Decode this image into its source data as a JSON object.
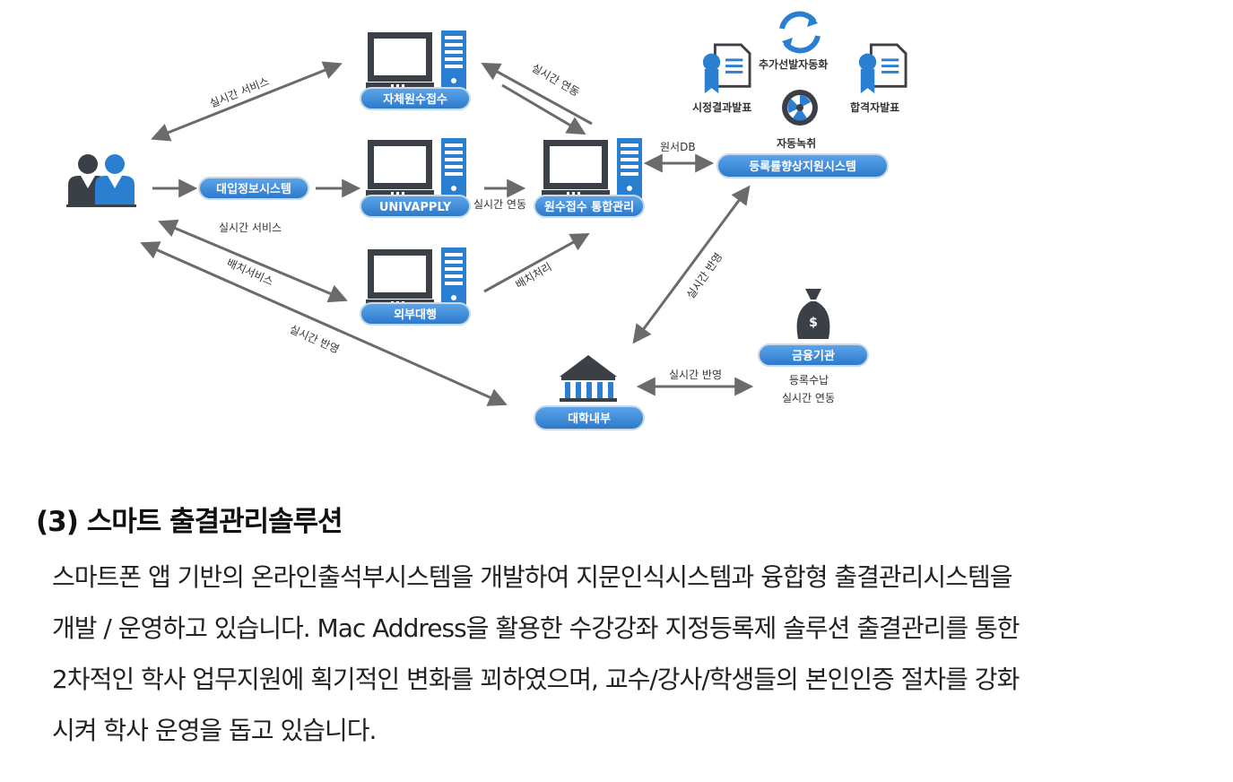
{
  "diagram": {
    "nodes": {
      "self_app": "자체원수접수",
      "univapply": "UNIVAPPLY",
      "outsource": "외부대행",
      "admission_info": "대입정보시스템",
      "integrated": "원수접수 통합관리",
      "registration": "등록률향상지원시스템",
      "university": "대학내부",
      "finance": "금융기관",
      "extra_selection": "추가선발자동화",
      "exam_result": "시정결과발표",
      "passer_announce": "합격자발표",
      "auto_record": "자동녹취"
    },
    "edges": {
      "realtime_service_top": "실시간 서비스",
      "realtime_link_top": "실시간 연동",
      "realtime_link_mid": "실시간 연동",
      "realtime_service_mid": "실시간 서비스",
      "batch_service": "배치서비스",
      "batch_process": "배치처리",
      "realtime_reflect_left": "실시간 반영",
      "realtime_reflect_right": "실시간 반영",
      "realtime_reflect_bottom": "실시간 반영",
      "app_db": "원서DB"
    },
    "finance_note_1": "등록수납",
    "finance_note_2": "실시간 연동",
    "finance_symbol": "$"
  },
  "heading": "(3) 스마트 출결관리솔루션",
  "paragraph_lines": [
    "스마트폰 앱 기반의 온라인출석부시스템을 개발하여 지문인식시스템과 융합형 출결관리시스템을",
    "개발 / 운영하고 있습니다. Mac Address을 활용한 수강강좌 지정등록제 솔루션 출결관리를 통한",
    "2차적인 학사 업무지원에 획기적인 변화를 꾀하였으며, 교수/강사/학생들의 본인인증 절차를 강화",
    "시켜 학사 운영을 돕고 있습니다."
  ],
  "colors": {
    "pill_blue": "#2f7fd0",
    "icon_blue": "#2b7fd0",
    "icon_dark": "#3b3f46",
    "arrow_gray": "#6b6b6b"
  }
}
